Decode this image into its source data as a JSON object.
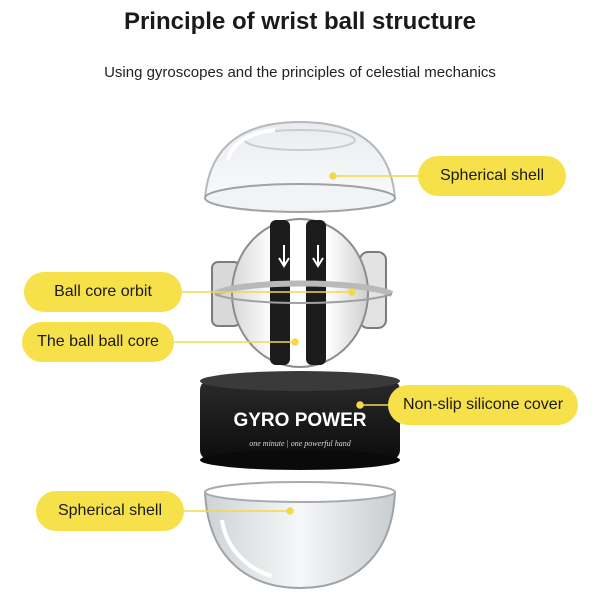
{
  "title": "Principle of wrist ball structure",
  "subtitle": "Using gyroscopes and the principles of celestial mechanics",
  "callouts": {
    "top_shell": "Spherical shell",
    "orbit": "Ball core orbit",
    "core": "The ball ball core",
    "cover": "Non-slip silicone cover",
    "bottom_shell": "Spherical shell"
  },
  "band": {
    "brand": "GYRO POWER",
    "tagline": "one minute | one powerful hand"
  },
  "colors": {
    "callout_bg": "#f7e14b",
    "leader": "#f2d94a"
  }
}
